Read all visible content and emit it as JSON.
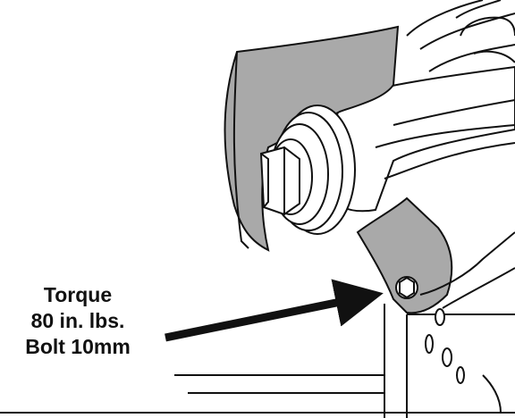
{
  "callout": {
    "line1": "Torque",
    "line2": "80 in. lbs.",
    "line3": "Bolt 10mm"
  },
  "colors": {
    "line": "#111111",
    "shield": "#a9a9a9",
    "background": "#ffffff"
  }
}
